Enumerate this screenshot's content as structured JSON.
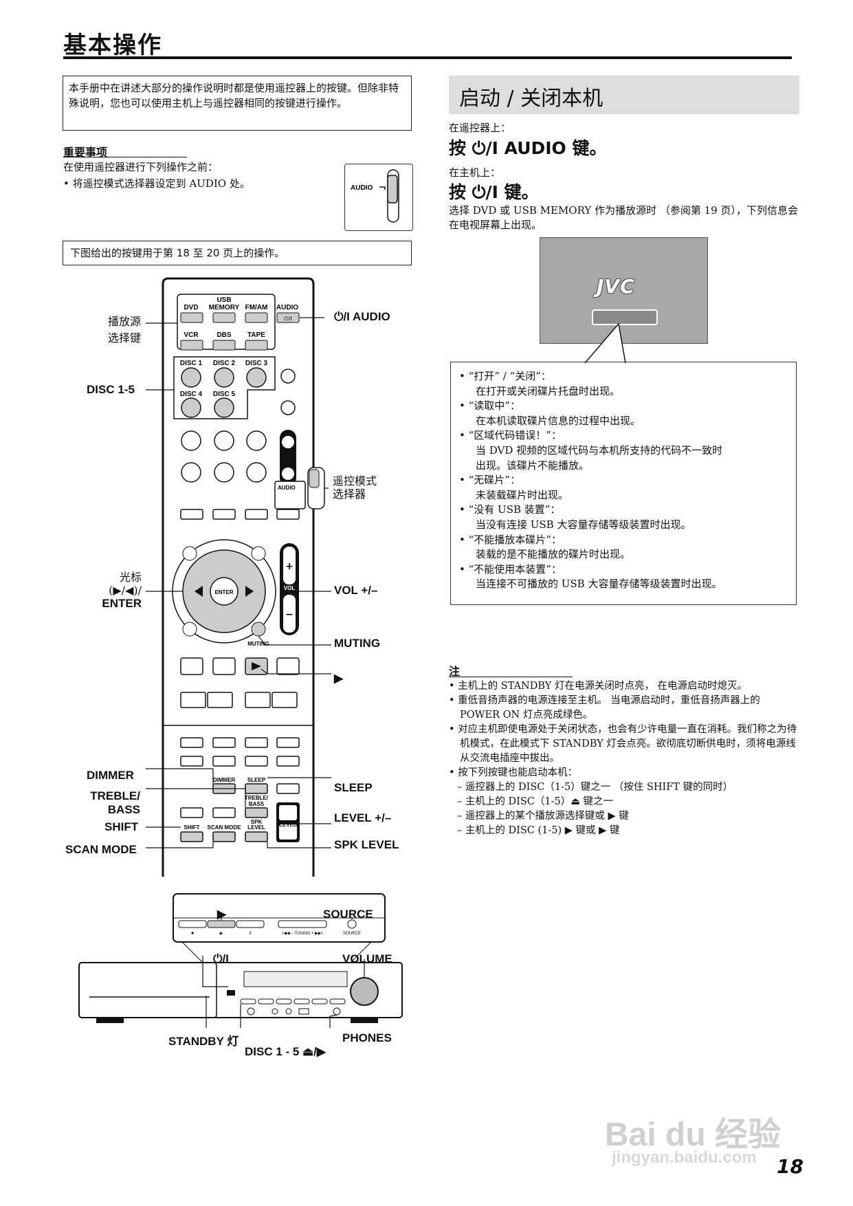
{
  "page": {
    "title": "基本操作",
    "number": "18"
  },
  "intro": "本手册中在讲述大部分的操作说明时都是使用遥控器上的按键。但除非特殊说明，您也可以使用主机上与遥控器相同的按键进行操作。",
  "important": {
    "heading": "重要事项",
    "line1": "在使用遥控器进行下列操作之前：",
    "bullet": "• 将遥控模式选择器设定到 AUDIO 处。",
    "selector_label": "AUDIO"
  },
  "caption": "下图给出的按键用于第 18 至 20 页上的操作。",
  "remote": {
    "buttons": {
      "dvd": "DVD",
      "usb": "USB",
      "memory": "MEMORY",
      "fmam": "FM/AM",
      "audio": "AUDIO",
      "power": "⏻/I",
      "vcr": "VCR",
      "dbs": "DBS",
      "tape": "TAPE",
      "disc1": "DISC 1",
      "disc2": "DISC 2",
      "disc3": "DISC 3",
      "disc4": "DISC 4",
      "disc5": "DISC 5",
      "mode_audio": "AUDIO",
      "enter": "ENTER",
      "vol": "VOL",
      "muting": "MUTING",
      "dimmer": "DIMMER",
      "sleep": "SLEEP",
      "treble": "TREBLE/",
      "bass": "BASS",
      "shift": "SHIFT",
      "scan_mode": "SCAN MODE",
      "spk": "SPK",
      "level": "LEVEL",
      "plus": "+",
      "minus": "−",
      "play": "▶"
    },
    "labels": {
      "source_select_1": "播放源",
      "source_select_2": "选择键",
      "power_audio": "⏻/I AUDIO",
      "disc": "DISC 1-5",
      "mode_selector_1": "遥控模式",
      "mode_selector_2": "选择器",
      "cursor_1": "光标",
      "cursor_2": "(▶/◀)/",
      "cursor_3": "ENTER",
      "vol": "VOL +/–",
      "muting": "MUTING",
      "play": "▶",
      "dimmer": "DIMMER",
      "treble_1": "TREBLE/",
      "treble_2": "BASS",
      "shift": "SHIFT",
      "scan_mode": "SCAN MODE",
      "sleep": "SLEEP",
      "level": "LEVEL +/–",
      "spk_level": "SPK LEVEL"
    }
  },
  "main_unit": {
    "labels": {
      "play": "▶",
      "source": "SOURCE",
      "power": "⏻/I",
      "volume": "VOLUME",
      "standby": "STANDBY 灯",
      "phones": "PHONES",
      "disc": "DISC 1 - 5 ⏏/▶"
    },
    "panel": {
      "stop": "■",
      "play": "▶",
      "pause": "II",
      "tuning": "I◀◀ – TUNING + ▶▶I",
      "source": "SOURCE"
    }
  },
  "section": {
    "title": "启动 / 关闭本机",
    "remote_heading": "在遥控器上：",
    "remote_instruction": "按 ⏻/I  AUDIO 键。",
    "unit_heading": "在主机上：",
    "unit_instruction": "按 ⏻/I  键。",
    "description": "选择 DVD 或 USB MEMORY 作为播放源时 （参阅第 19 页），下列信息会在电视屏幕上出现。"
  },
  "tv": {
    "logo": "JVC"
  },
  "messages": [
    {
      "title": "•  “打开” / “关闭”：",
      "desc": "在打开或关闭碟片托盘时出现。"
    },
    {
      "title": "•  “读取中”：",
      "desc": "在本机读取碟片信息的过程中出现。"
    },
    {
      "title": "•  “区域代码错误！”：",
      "desc": "当 DVD 视频的区域代码与本机所支持的代码不一致时",
      "desc2": "出现。该碟片不能播放。"
    },
    {
      "title": "•  “无碟片”：",
      "desc": "未装载碟片时出现。"
    },
    {
      "title": "•  “没有 USB 装置”：",
      "desc": "当没有连接 USB 大容量存储等级装置时出现。"
    },
    {
      "title": "•  “不能播放本碟片”：",
      "desc": "装载的是不能播放的碟片时出现。"
    },
    {
      "title": "•  “不能使用本装置”：",
      "desc": "当连接不可播放的 USB 大容量存储等级装置时出现。"
    }
  ],
  "notes": {
    "heading": "注",
    "items": [
      "•  主机上的 STANDBY 灯在电源关闭时点亮， 在电源启动时熄灭。",
      "•  重低音扬声器的电源连接至主机。 当电源启动时，重低音扬声器上的 POWER ON 灯点亮成绿色。",
      "•  对应主机即使电源处于关闭状态，也会有少许电量一直在消耗。我们称之为待机模式，在此模式下 STANDBY 灯会点亮。欲彻底切断供电时，须将电源线从交流电插座中拔出。",
      "•  按下列按键也能启动本机："
    ],
    "subitems": [
      "–  遥控器上的 DISC（1-5）键之一 （按住 SHIFT 键的同时）",
      "–  主机上的 DISC（1-5）⏏ 键之一",
      "–  遥控器上的某个播放源选择键或 ▶ 键",
      "–  主机上的 DISC (1-5) ▶ 键或 ▶ 键"
    ]
  },
  "watermark": {
    "brand": "Bai du 经验",
    "url": "jingyan.baidu.com"
  }
}
